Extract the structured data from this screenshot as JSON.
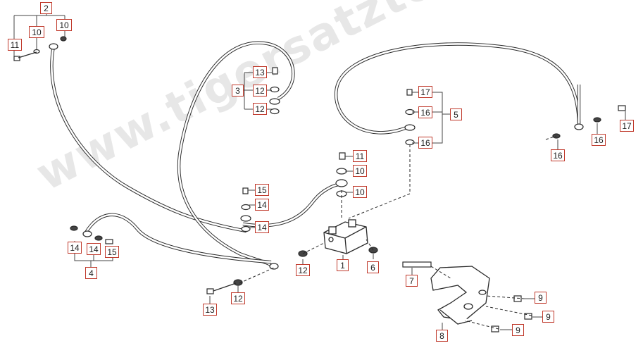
{
  "watermark": "www.tigersatzteile.de",
  "colors": {
    "label_border": "#c0392b",
    "line": "#2a2a2a"
  },
  "labels": {
    "l2": "2",
    "l10a": "10",
    "l10b": "10",
    "l11a": "11",
    "l3": "3",
    "l13a": "13",
    "l12a": "12",
    "l12b": "12",
    "l17a": "17",
    "l16a": "16",
    "l5": "5",
    "l16b": "16",
    "l11b": "11",
    "l10c": "10",
    "l10d": "10",
    "l15a": "15",
    "l14a": "14",
    "l14b": "14",
    "l14c": "14",
    "l14d": "14",
    "l15b": "15",
    "l4": "4",
    "l12c": "12",
    "l1": "1",
    "l6": "6",
    "l7": "7",
    "l13b": "13",
    "l12d": "12",
    "l16c": "16",
    "l16d": "16",
    "l17b": "17",
    "l9a": "9",
    "l9b": "9",
    "l9c": "9",
    "l8": "8"
  }
}
